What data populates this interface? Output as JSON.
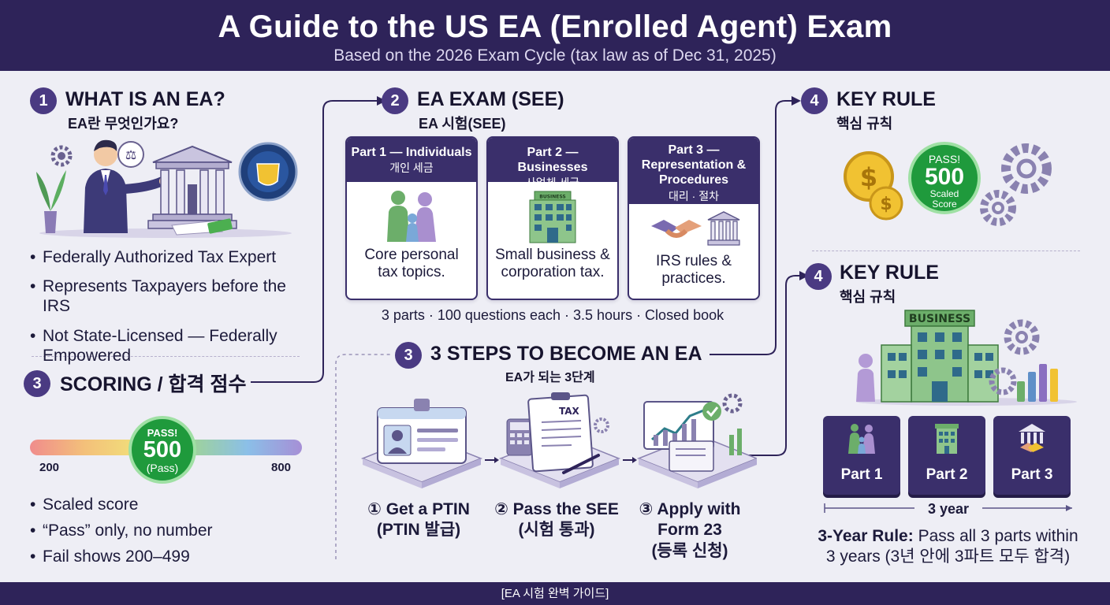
{
  "header": {
    "title": "A Guide to the US EA (Enrolled Agent) Exam",
    "subtitle": "Based on the 2026 Exam Cycle (tax law as of Dec 31, 2025)"
  },
  "section_what": {
    "number": "1",
    "title": "WHAT IS AN EA?",
    "subtitle": "EA란 무엇인가요?",
    "bullets": [
      "Federally Authorized Tax Expert",
      "Represents Taxpayers before the IRS",
      "Not State-Licensed — Federally Empowered"
    ]
  },
  "section_exam": {
    "number": "2",
    "title": "EA EXAM (SEE)",
    "subtitle": "EA 시험(SEE)",
    "parts": [
      {
        "title": "Part 1 — Individuals",
        "ko": "개인 세금",
        "desc": "Core personal tax topics."
      },
      {
        "title": "Part 2 — Businesses",
        "ko": "사업체 세금",
        "desc": "Small business & corporation tax."
      },
      {
        "title": "Part 3 — Representation & Procedures",
        "ko": "대리 · 절차",
        "desc": "IRS rules & practices."
      }
    ],
    "footnote": "3 parts · 100 questions each · 3.5 hours · Closed book",
    "business_sign": "BUSINESS"
  },
  "section_scoring": {
    "number": "3",
    "title": "SCORING / 합격 점수",
    "badge": {
      "top": "PASS!",
      "score": "500",
      "bottom": "(Pass)"
    },
    "scale_min": "200",
    "scale_max": "800",
    "bullets": [
      "Scaled score",
      "“Pass” only, no number",
      "Fail shows 200–499"
    ]
  },
  "section_steps": {
    "number": "3",
    "title": "3 STEPS TO BECOME AN EA",
    "subtitle": "EA가 되는 3단계",
    "steps": [
      {
        "label": "① Get a PTIN",
        "ko": "(PTIN 발급)"
      },
      {
        "label": "② Pass the SEE",
        "ko": "(시험 통과)"
      },
      {
        "label": "③ Apply with Form 23",
        "ko": "(등록 신청)"
      }
    ],
    "tax_doc_label": "TAX"
  },
  "section_key_rule_top": {
    "number": "4",
    "title": "KEY RULE",
    "subtitle": "핵심 규칙",
    "badge": {
      "top": "PASS!",
      "score": "500",
      "bottom": "Scaled Score"
    }
  },
  "section_key_rule_bottom": {
    "number": "4",
    "title": "KEY RULE",
    "subtitle": "핵심 규칙",
    "business_sign": "BUSINESS",
    "books": [
      "Part 1",
      "Part 2",
      "Part 3"
    ],
    "timeline_label": "3 year",
    "rule_bold": "3-Year Rule:",
    "rule_text": "Pass all 3 parts within",
    "rule_text2": "3 years (3년 안에 3파트 모두 합격)"
  },
  "footer": {
    "text": "[EA 시험 완벽 가이드]"
  },
  "colors": {
    "header_bg": "#2e2359",
    "accent_purple": "#3a2f6b",
    "pass_green": "#1f9a3c",
    "background": "#eeeef5"
  },
  "icons": {
    "what_illustration": "person-with-irs-building-icon",
    "part1": "family-icon",
    "part2": "office-building-icon",
    "part3": "handshake-bank-icon",
    "step1": "id-card-icon",
    "step2": "tax-document-icon",
    "step3": "form-application-icon",
    "coins": "dollar-coins-icon",
    "gears": "gear-icon"
  }
}
